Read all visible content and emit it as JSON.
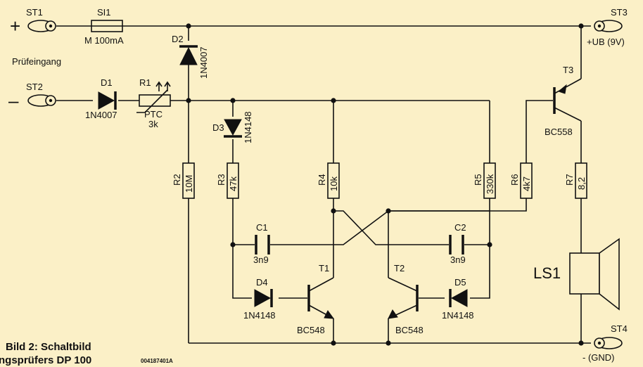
{
  "terminals": {
    "st1": "ST1",
    "st2": "ST2",
    "st3": "ST3",
    "st4": "ST4",
    "plus": "+",
    "minus": "–",
    "st3_note": "+UB (9V)",
    "st4_note": "- (GND)"
  },
  "input_label": "Prüfeingang",
  "components": {
    "si1": {
      "ref": "SI1",
      "value": "M 100mA"
    },
    "d1": {
      "ref": "D1",
      "value": "1N4007"
    },
    "d2": {
      "ref": "D2",
      "value": "1N4007"
    },
    "d3": {
      "ref": "D3",
      "value": "1N4148"
    },
    "d4": {
      "ref": "D4",
      "value": "1N4148"
    },
    "d5": {
      "ref": "D5",
      "value": "1N4148"
    },
    "r1": {
      "ref": "R1",
      "type": "PTC",
      "value": "3k"
    },
    "r2": {
      "ref": "R2",
      "value": "10M"
    },
    "r3": {
      "ref": "R3",
      "value": "47k"
    },
    "r4": {
      "ref": "R4",
      "value": "10k"
    },
    "r5": {
      "ref": "R5",
      "value": "330k"
    },
    "r6": {
      "ref": "R6",
      "value": "4k7"
    },
    "r7": {
      "ref": "R7",
      "value": "8,2"
    },
    "c1": {
      "ref": "C1",
      "value": "3n9"
    },
    "c2": {
      "ref": "C2",
      "value": "3n9"
    },
    "t1": {
      "ref": "T1",
      "value": "BC548"
    },
    "t2": {
      "ref": "T2",
      "value": "BC548"
    },
    "t3": {
      "ref": "T3",
      "value": "BC558"
    },
    "ls1": {
      "ref": "LS1"
    }
  },
  "caption": {
    "line1": "Bild 2: Schaltbild",
    "line2": "ngsprüfers DP 100",
    "code": "004187401A"
  }
}
